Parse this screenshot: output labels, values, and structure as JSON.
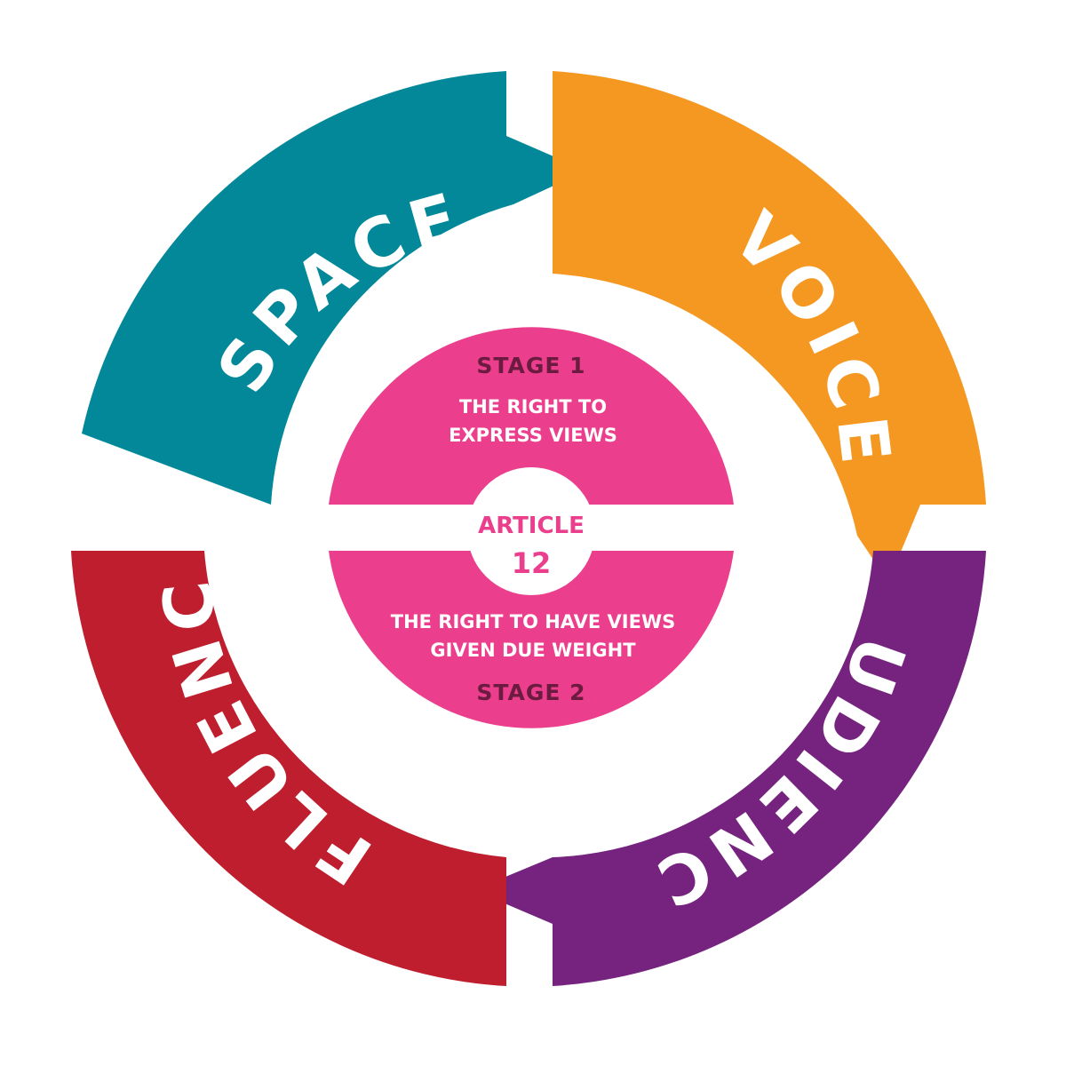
{
  "colors": {
    "space": "#028898",
    "voice": "#F49821",
    "audience": "#75237F",
    "influence": "#BE1E2D",
    "center_pink": "#EB3E8C",
    "stage_dark": "#6C1B40",
    "background": "#FFFFFF"
  },
  "segments": {
    "space": {
      "label": "SPACE"
    },
    "voice": {
      "label": "VOICE"
    },
    "audience": {
      "label": "AUDIENCE"
    },
    "influence": {
      "label": "INFLUENCE"
    }
  },
  "center": {
    "stage1": {
      "label": "STAGE 1",
      "line1": "THE RIGHT TO",
      "line2": "EXPRESS VIEWS"
    },
    "stage2": {
      "label": "STAGE 2",
      "line1": "THE RIGHT TO HAVE VIEWS",
      "line2": "GIVEN DUE WEIGHT"
    },
    "article": {
      "word": "ARTICLE",
      "number": "12"
    }
  }
}
